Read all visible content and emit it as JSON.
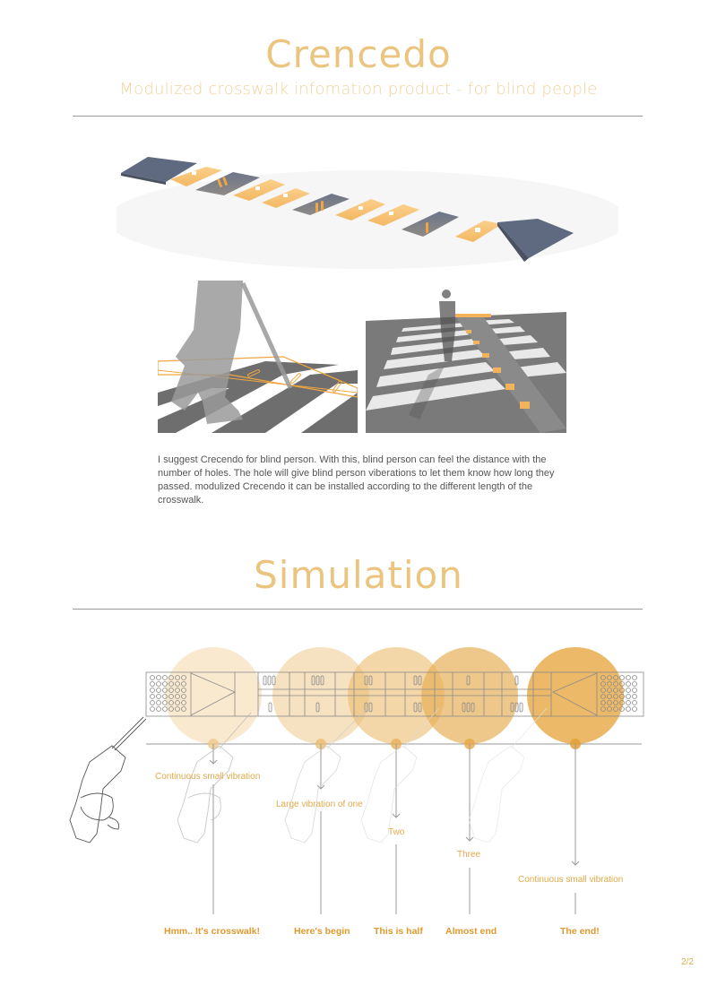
{
  "header": {
    "title": "Crencedo",
    "subtitle": "Modulized crosswalk infomation product - for blind people"
  },
  "images": {
    "modules": "modular-crosswalk-blocks-render",
    "closeup": "blind-person-cane-closeup-render",
    "street": "crosswalk-street-render"
  },
  "description": "I suggest Crecendo for blind person. With this, blind person can feel the distance with the number of holes. The hole will give blind person viberations to let them know how long they passed. modulized Crecendo it can be installed according to the different length of the crosswalk.",
  "simulation": {
    "title": "Simulation",
    "steps": [
      {
        "vibration": "Continuous small vibration",
        "meaning": "Hmm.. It's crosswalk!"
      },
      {
        "vibration": "Large vibration of one",
        "meaning": "Here's begin"
      },
      {
        "vibration": "Two",
        "meaning": "This is half"
      },
      {
        "vibration": "Three",
        "meaning": "Almost end"
      },
      {
        "vibration": "Continuous small vibration",
        "meaning": "The end!"
      }
    ]
  },
  "colors": {
    "accent": "#e9b45a",
    "accent_light": "#f5dcb0",
    "rule": "#9a9a9a",
    "text": "#555555"
  },
  "footer": {
    "page": "2/2"
  }
}
